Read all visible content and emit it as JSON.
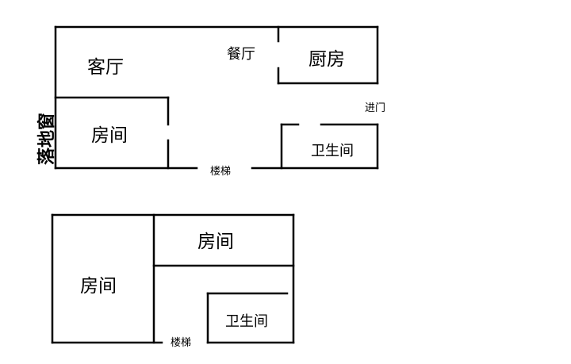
{
  "upper_floor": {
    "living_room": "客厅",
    "dining_room": "餐厅",
    "kitchen": "厨房",
    "entrance": "进门",
    "bedroom": "房间",
    "stairs": "楼梯",
    "bathroom": "卫生间",
    "window": "落地窗"
  },
  "lower_floor": {
    "bedroom_large": "房间",
    "bedroom_small": "房间",
    "bathroom": "卫生间",
    "stairs": "楼梯"
  }
}
